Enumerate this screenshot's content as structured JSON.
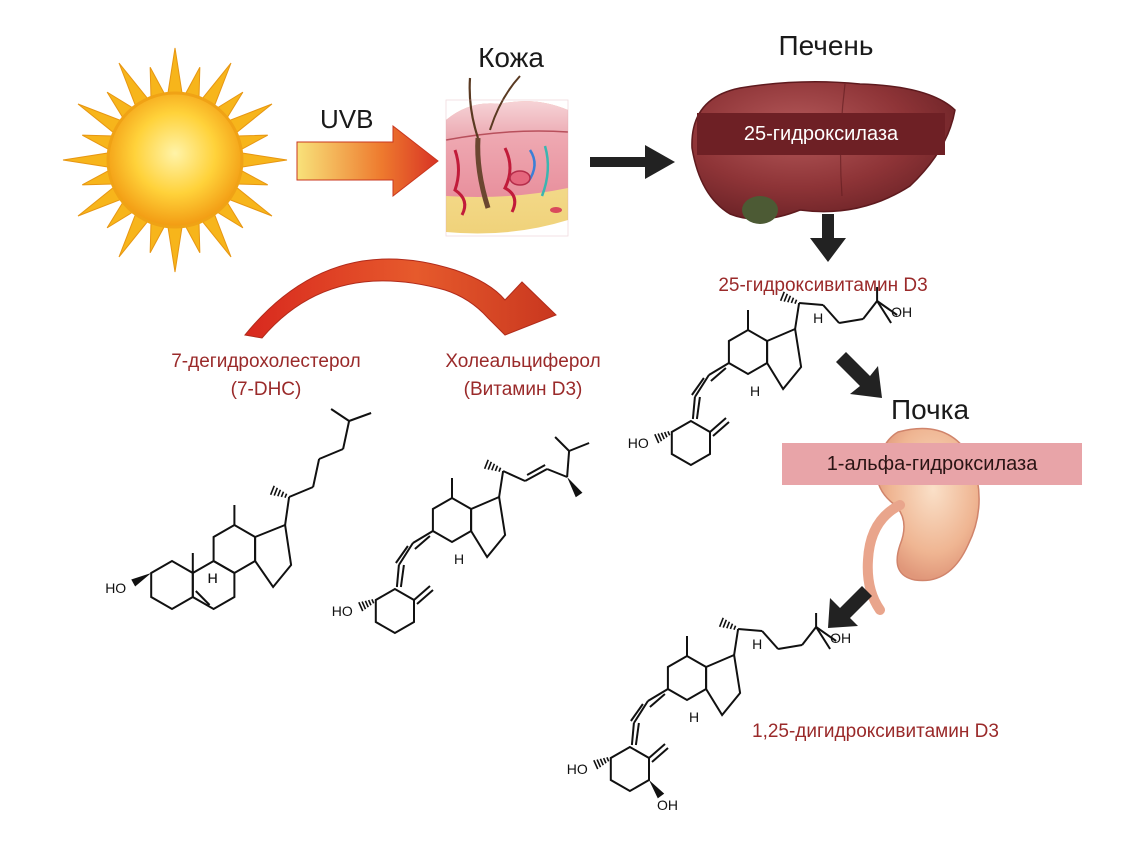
{
  "labels": {
    "skin": "Кожа",
    "liver": "Печень",
    "kidney": "Почка",
    "uvb": "UVB",
    "enzyme_liver": "25-гидроксилаза",
    "enzyme_kidney": "1-альфа-гидроксилаза",
    "dhc_name": "7-дегидрохолестерол",
    "dhc_abbr": "(7-DHC)",
    "chole_name": "Холеальциферол",
    "chole_abbr": "(Витамин D3)",
    "hydroxy": "25-гидроксивитамин D3",
    "dihydroxy": "1,25-дигидроксивитамин D3"
  },
  "structure_labels": {
    "oh": "OH",
    "ho": "HO",
    "h": "H"
  },
  "colors": {
    "label_red": "#9a2a2a",
    "enzyme_liver_bg": "#6e2025",
    "enzyme_kidney_bg": "#e8a4a8",
    "arrow_dark": "#222222",
    "sun_yellow": "#f7c21b"
  }
}
